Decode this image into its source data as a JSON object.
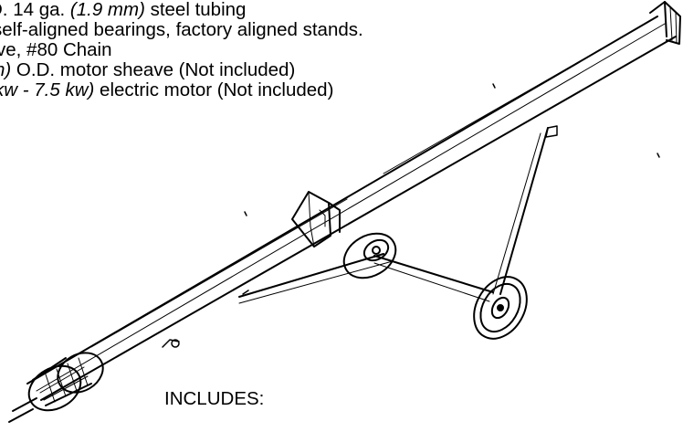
{
  "spec_lines": [
    {
      "pre": "D. 14 ga. ",
      "em": "(1.9 mm)",
      "post": " steel tubing"
    },
    {
      "pre": "self-aligned bearings, factory aligned stands.",
      "em": "",
      "post": ""
    },
    {
      "pre": "ve, #80 Chain",
      "em": "",
      "post": ""
    },
    {
      "pre": "",
      "em": "n)",
      "post": " O.D. motor sheave (Not included)"
    },
    {
      "pre": "",
      "em": "kw - 7.5 kw)",
      "post": " electric motor (Not included)"
    }
  ],
  "includes_label": "INCLUDES:",
  "illustration": {
    "subject": "portable grain auger with wheeled transport undercarriage",
    "line_color": "#000000",
    "background": "#ffffff"
  }
}
